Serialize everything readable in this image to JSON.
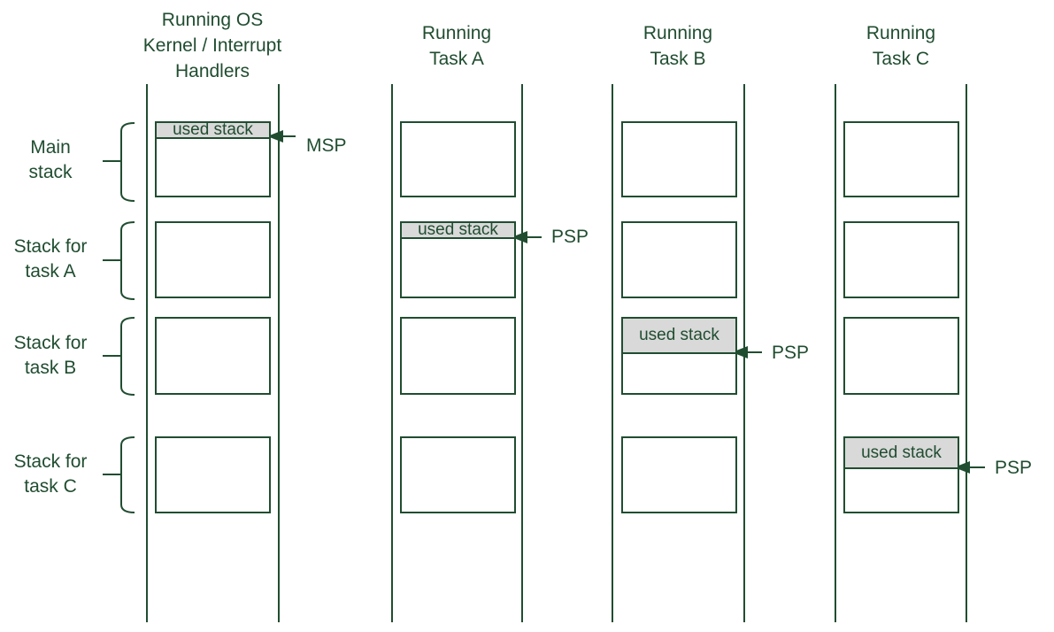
{
  "diagram": {
    "columns": [
      {
        "title_lines": [
          "Running OS",
          "Kernel / Interrupt",
          "Handlers"
        ],
        "used_stack_label": "used stack",
        "pointer_label": "MSP"
      },
      {
        "title_lines": [
          "Running",
          "Task A"
        ],
        "used_stack_label": "used stack",
        "pointer_label": "PSP"
      },
      {
        "title_lines": [
          "Running",
          "Task B"
        ],
        "used_stack_label": "used stack",
        "pointer_label": "PSP"
      },
      {
        "title_lines": [
          "Running",
          "Task C"
        ],
        "used_stack_label": "used stack",
        "pointer_label": "PSP"
      }
    ],
    "row_labels": [
      {
        "line1": "Main",
        "line2": "stack"
      },
      {
        "line1": "Stack for",
        "line2": "task A"
      },
      {
        "line1": "Stack for",
        "line2": "task B"
      },
      {
        "line1": "Stack for",
        "line2": "task C"
      }
    ],
    "colors": {
      "diagram_green": "#204D30",
      "used_stack_fill": "#D9D9D9"
    }
  }
}
